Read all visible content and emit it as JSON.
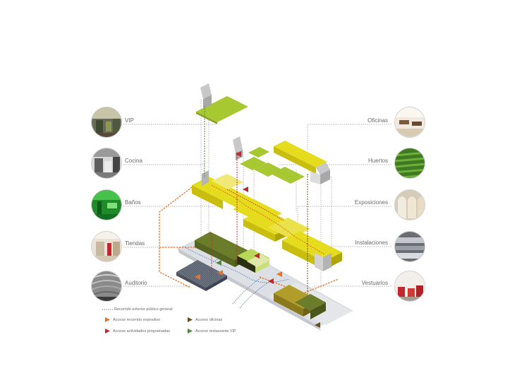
{
  "left_labels": [
    {
      "key": "vip",
      "text": "VIP"
    },
    {
      "key": "cocina",
      "text": "Cocina"
    },
    {
      "key": "banos",
      "text": "Baños"
    },
    {
      "key": "tiendas",
      "text": "Tiendas"
    },
    {
      "key": "auditorio",
      "text": "Auditorio"
    }
  ],
  "right_labels": [
    {
      "key": "oficinas",
      "text": "Oficinas"
    },
    {
      "key": "huertos",
      "text": "Huertos"
    },
    {
      "key": "exposiciones",
      "text": "Exposiciones"
    },
    {
      "key": "instalaciones",
      "text": "Instalaciones"
    },
    {
      "key": "vestuarios",
      "text": "Vestuarios"
    }
  ],
  "legend": {
    "recorrido_exterior": "Recorrido exterior público general",
    "acceso_expositivo": "Acceso recorrido expositivo",
    "acceso_actividades": "Acceso actividades programadas",
    "acceso_oficinas": "Acceso oficinas",
    "acceso_restaurante": "Acceso restaurante VIP"
  },
  "colors": {
    "yellow_volume": "#e6dc1e",
    "lime_volume": "#a8c832",
    "olive_volume": "#6b7d2a",
    "orange_route": "#e8732a",
    "red_route": "#c0282d",
    "blue_route": "#3c6ea8",
    "gray_leader": "#9a9a9a"
  }
}
